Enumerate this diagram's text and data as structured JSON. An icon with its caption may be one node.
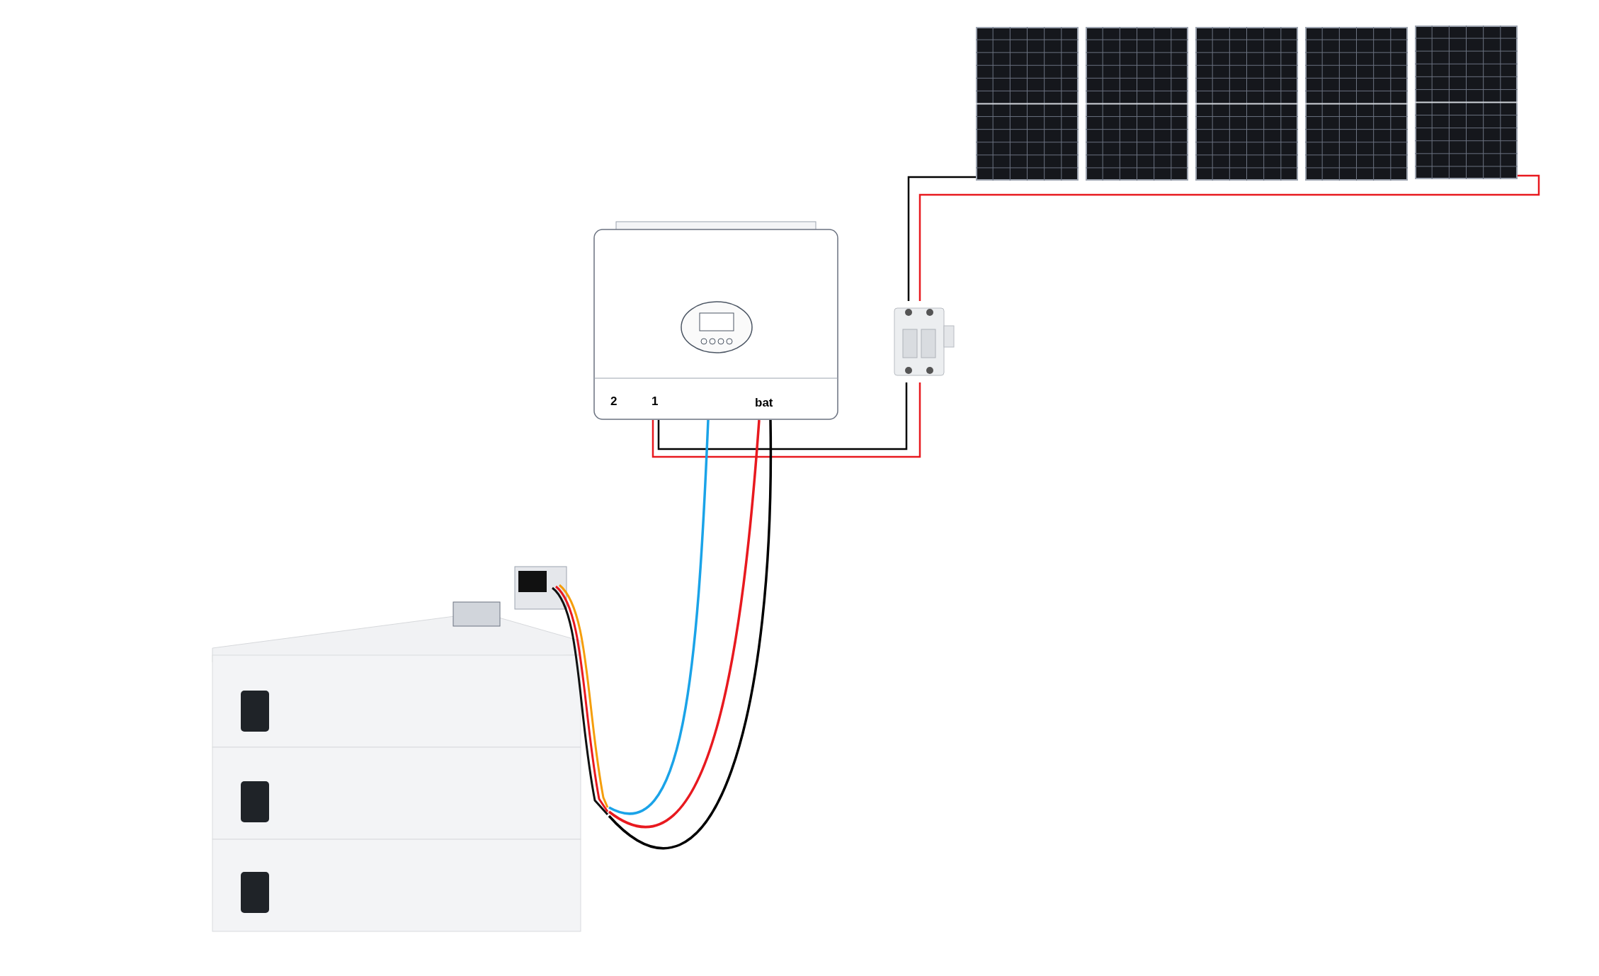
{
  "diagram": {
    "nodes": [
      {
        "text": [],
        "shape": "box"
      },
      {
        "text": [],
        "shape": "box"
      },
      {
        "text": [],
        "shape": "box"
      },
      {
        "text": [],
        "shape": "box"
      },
      {
        "text": [],
        "shape": "box"
      },
      {
        "text": [],
        "shape": "picture"
      },
      {
        "text": [],
        "shape": "picture"
      },
      {
        "text": [],
        "shape": "picture"
      }
    ],
    "edges": [
      {
        "from": 0,
        "to": 5,
        "arrow": "none",
        "color": "#000000"
      },
      {
        "from": 4,
        "to": 5,
        "arrow": "none",
        "color": "#e8191f"
      },
      {
        "from": 5,
        "to": 6,
        "arrow": "none",
        "color": "#000000"
      },
      {
        "from": 5,
        "to": 6,
        "arrow": "none",
        "color": "#e8191f"
      },
      {
        "from": 6,
        "to": 7,
        "arrow": "none",
        "color": "#1aa3e8"
      },
      {
        "from": 6,
        "to": 7,
        "arrow": "none",
        "color": "#e8191f"
      },
      {
        "from": 6,
        "to": 7,
        "arrow": "none",
        "color": "#000000"
      }
    ],
    "labels": [
      "2",
      "1",
      "bat"
    ]
  }
}
